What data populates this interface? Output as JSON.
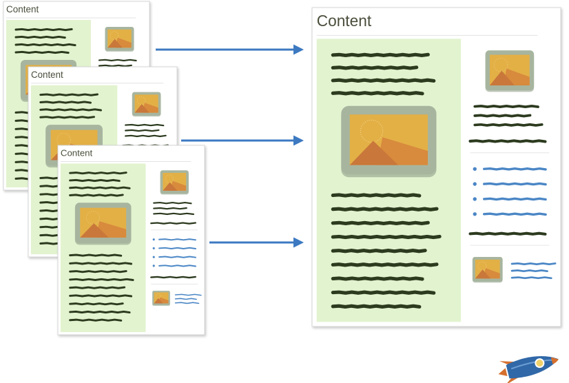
{
  "pages": [
    {
      "id": "page-1",
      "title": "Content"
    },
    {
      "id": "page-2",
      "title": "Content"
    },
    {
      "id": "page-3",
      "title": "Content"
    },
    {
      "id": "page-combined",
      "title": "Content"
    }
  ],
  "colors": {
    "main_panel": "#e2f3cf",
    "text_scribble": "#2c3a1e",
    "link_scribble": "#4a86c5",
    "arrow": "#3c79c1",
    "image_frame": "#a7b59f",
    "image_sky": "#e3b046",
    "image_mountain": "#c9773a",
    "rocket_body": "#3068a8",
    "rocket_fin": "#d5702f"
  },
  "icons": [
    "image-placeholder-icon",
    "bullet-icon",
    "arrow-right-icon",
    "rocket-icon"
  ]
}
